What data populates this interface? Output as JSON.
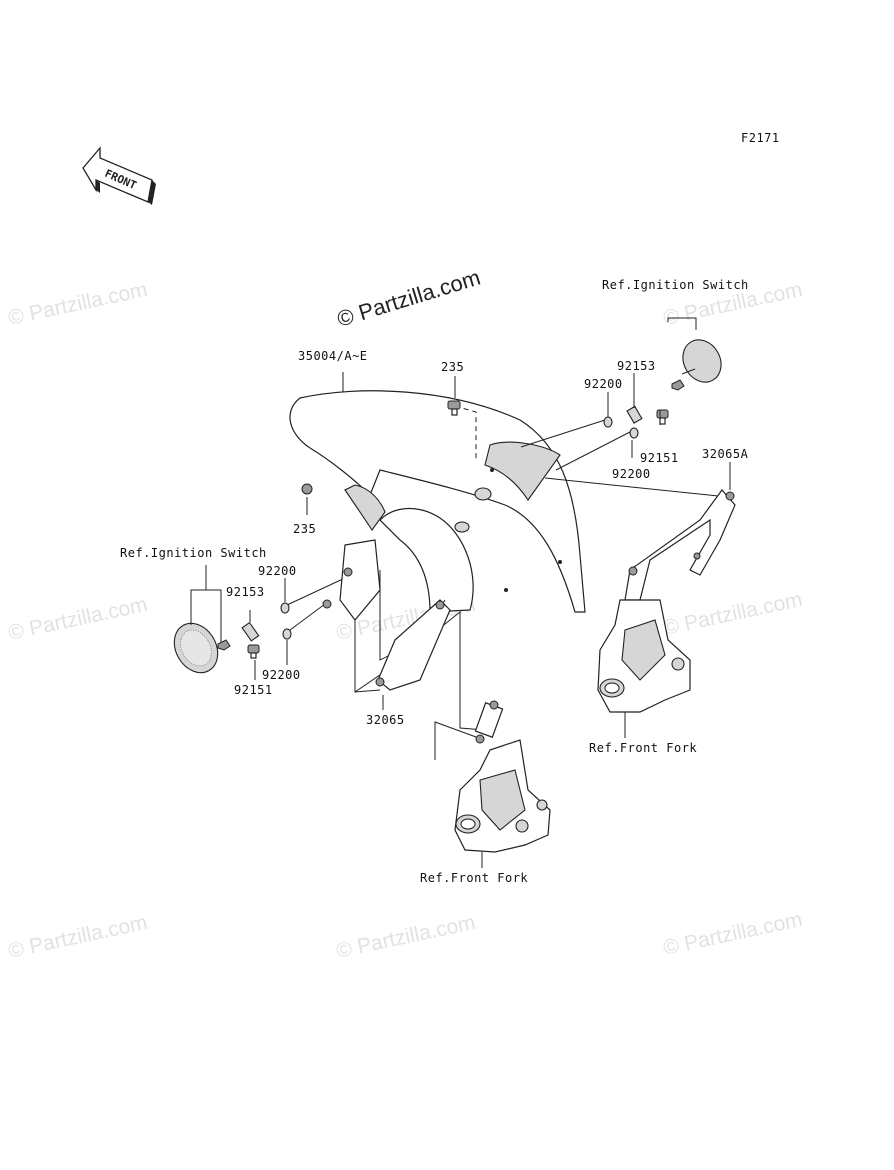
{
  "diagram": {
    "figure_code": "F2171",
    "front_arrow": "FRONT",
    "copyright": "© Partzilla.com",
    "watermark": "© Partzilla.com",
    "labels": {
      "fender": "35004/A~E",
      "bolt_top": "235",
      "bolt_left": "235",
      "spacer_right": "92153",
      "washer_right_a": "92200",
      "screw_right": "92151",
      "washer_right_b": "92200",
      "bracket_right": "32065A",
      "ref_ign_right": "Ref.Ignition Switch",
      "ref_ign_left": "Ref.Ignition Switch",
      "washer_left_a": "92200",
      "spacer_left": "92153",
      "washer_left_b": "92200",
      "screw_left": "92151",
      "bracket_left": "32065",
      "ref_fork_right": "Ref.Front Fork",
      "ref_fork_left": "Ref.Front Fork"
    }
  }
}
